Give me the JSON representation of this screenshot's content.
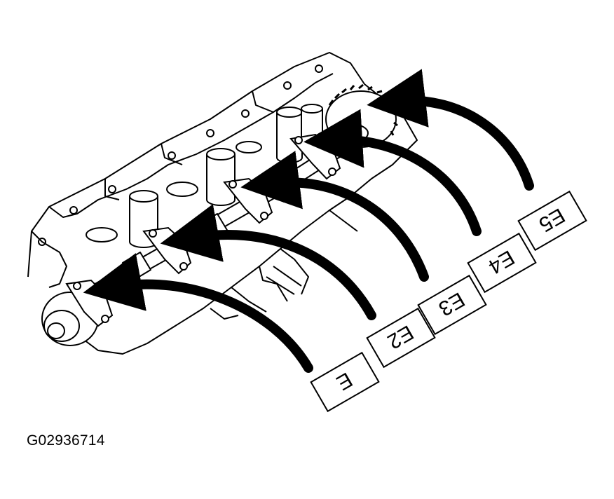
{
  "figure": {
    "id": "G02936714"
  },
  "cap_labels": [
    {
      "text": "E"
    },
    {
      "text": "E2"
    },
    {
      "text": "E3"
    },
    {
      "text": "E4"
    },
    {
      "text": "E5"
    }
  ],
  "colors": {
    "ink": "#000000",
    "paper": "#ffffff"
  }
}
